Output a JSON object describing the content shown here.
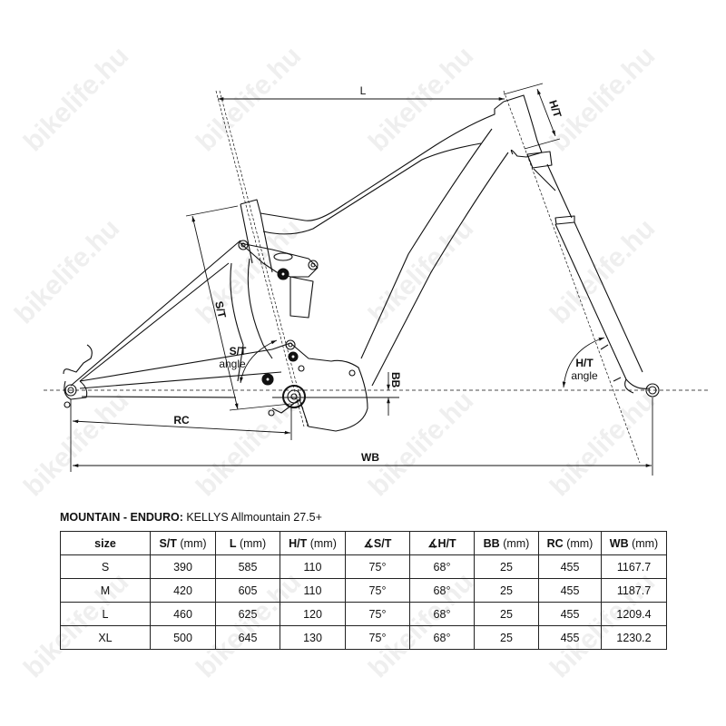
{
  "watermark": "bikelife.hu",
  "diagram": {
    "labels": {
      "reach_stack_top": "L",
      "head_tube": "H/T",
      "seat_tube": "S/T",
      "seat_tube_angle_line1": "S/T",
      "seat_tube_angle_line2": "angle",
      "head_tube_angle_line1": "H/T",
      "head_tube_angle_line2": "angle",
      "bb_drop": "BB",
      "rear_center": "RC",
      "wheelbase": "WB"
    }
  },
  "table": {
    "caption_bold": "MOUNTAIN - ENDURO:",
    "caption_rest": " KELLYS Allmountain 27.5+",
    "headers": [
      {
        "bold": "size",
        "unit": ""
      },
      {
        "bold": "S/T",
        "unit": " (mm)"
      },
      {
        "bold": "L",
        "unit": " (mm)"
      },
      {
        "bold": "H/T",
        "unit": " (mm)"
      },
      {
        "bold": "∡S/T",
        "unit": ""
      },
      {
        "bold": "∡H/T",
        "unit": ""
      },
      {
        "bold": "BB",
        "unit": " (mm)"
      },
      {
        "bold": "RC",
        "unit": " (mm)"
      },
      {
        "bold": "WB",
        "unit": " (mm)"
      }
    ],
    "rows": [
      [
        "S",
        "390",
        "585",
        "110",
        "75°",
        "68°",
        "25",
        "455",
        "1167.7"
      ],
      [
        "M",
        "420",
        "605",
        "110",
        "75°",
        "68°",
        "25",
        "455",
        "1187.7"
      ],
      [
        "L",
        "460",
        "625",
        "120",
        "75°",
        "68°",
        "25",
        "455",
        "1209.4"
      ],
      [
        "XL",
        "500",
        "645",
        "130",
        "75°",
        "68°",
        "25",
        "455",
        "1230.2"
      ]
    ]
  }
}
